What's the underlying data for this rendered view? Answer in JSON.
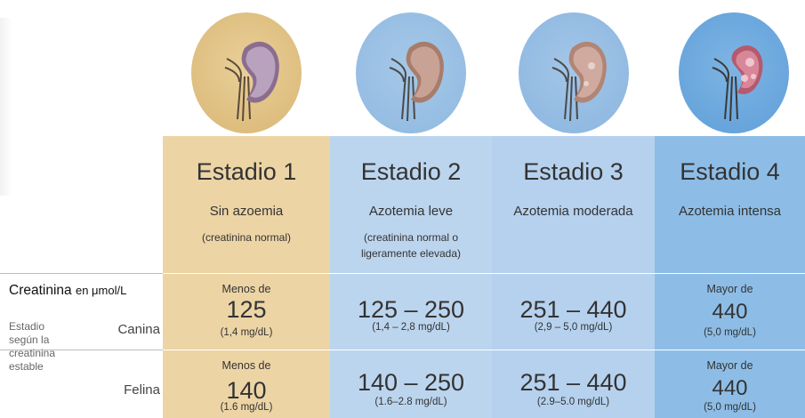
{
  "stages": [
    {
      "title": "Estadio 1",
      "subtitle": "Sin azoemia",
      "note_line1": "(creatinina normal)",
      "note_line2": ""
    },
    {
      "title": "Estadio 2",
      "subtitle": "Azotemia leve",
      "note_line1": "(creatinina normal o",
      "note_line2": "ligeramente elevada)"
    },
    {
      "title": "Estadio 3",
      "subtitle": "Azotemia moderada",
      "note_line1": "",
      "note_line2": ""
    },
    {
      "title": "Estadio 4",
      "subtitle": "Azotemia intensa",
      "note_line1": "",
      "note_line2": ""
    }
  ],
  "row_header": {
    "label_bold": "Creatinina",
    "label_unit": "en μmol/L"
  },
  "side_label": {
    "line1": "Estadio",
    "line2": "según la",
    "line3": "creatinina",
    "line4": "estable"
  },
  "species": {
    "canine": "Canina",
    "feline": "Felina"
  },
  "canine": [
    {
      "prefix": "Menos de",
      "value": "125",
      "unit": "(1,4 mg/dL)"
    },
    {
      "prefix": "",
      "value": "125 – 250",
      "unit": "(1,4 – 2,8 mg/dL)"
    },
    {
      "prefix": "",
      "value": "251 – 440",
      "unit": "(2,9 – 5,0 mg/dL)"
    },
    {
      "prefix": "Mayor de",
      "value": "440",
      "unit": "(5,0 mg/dL)"
    }
  ],
  "feline": [
    {
      "prefix": "Menos de",
      "value": "140",
      "unit": "(1.6 mg/dL)"
    },
    {
      "prefix": "",
      "value": "140 – 250",
      "unit": "(1.6–2.8 mg/dL)"
    },
    {
      "prefix": "",
      "value": "251 – 440",
      "unit": "(2.9–5.0 mg/dL)"
    },
    {
      "prefix": "Mayor de",
      "value": "440",
      "unit": "(5,0 mg/dL)"
    }
  ],
  "colors": {
    "stage1": "#ecd4a5",
    "stage2": "#bcd5ee",
    "stage3": "#b5d1ee",
    "stage4": "#8dbde6"
  },
  "icons": [
    "kidney-stage-1-icon",
    "kidney-stage-2-icon",
    "kidney-stage-3-icon",
    "kidney-stage-4-icon"
  ]
}
